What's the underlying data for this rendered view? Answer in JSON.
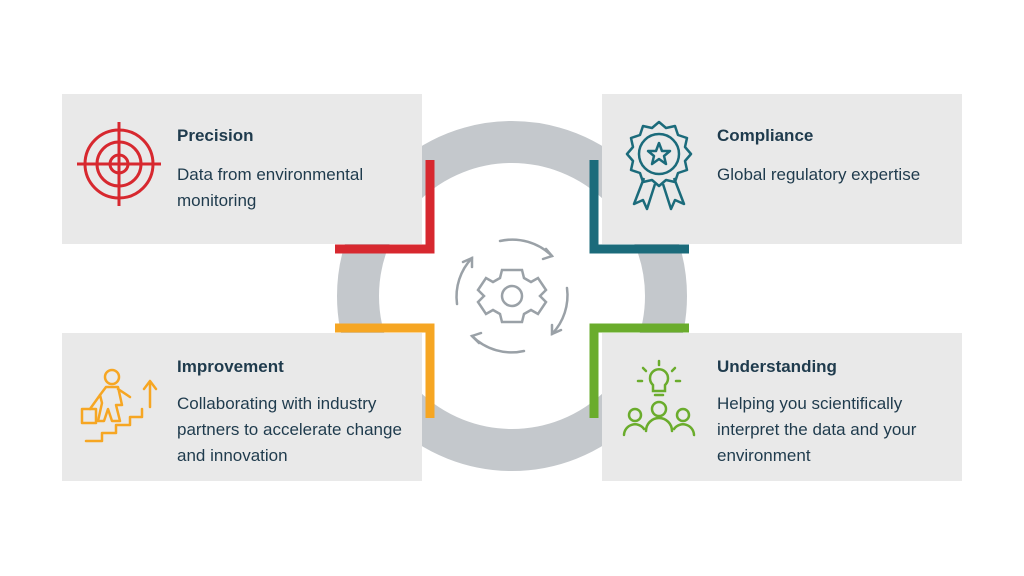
{
  "colors": {
    "precision": "#d7282f",
    "compliance": "#1b6b7b",
    "improvement": "#f6a623",
    "understanding": "#6aac2c",
    "ring": "#c4c8cc",
    "card_bg": "#e9e9e9",
    "text": "#1f3b4d",
    "center_icon": "#9aa1a7"
  },
  "center": {
    "icon": "gear-cycle-icon"
  },
  "cards": {
    "precision": {
      "title": "Precision",
      "desc": "Data from environmental monitoring",
      "icon": "target-icon"
    },
    "compliance": {
      "title": "Compliance",
      "desc": "Global regulatory expertise",
      "icon": "award-rosette-icon"
    },
    "improvement": {
      "title": "Improvement",
      "desc": "Collaborating with industry partners to accelerate change and innovation",
      "icon": "climbing-stairs-icon"
    },
    "understanding": {
      "title": "Understanding",
      "desc": "Helping you scientifically interpret the data and your environment",
      "icon": "team-lightbulb-icon"
    }
  }
}
